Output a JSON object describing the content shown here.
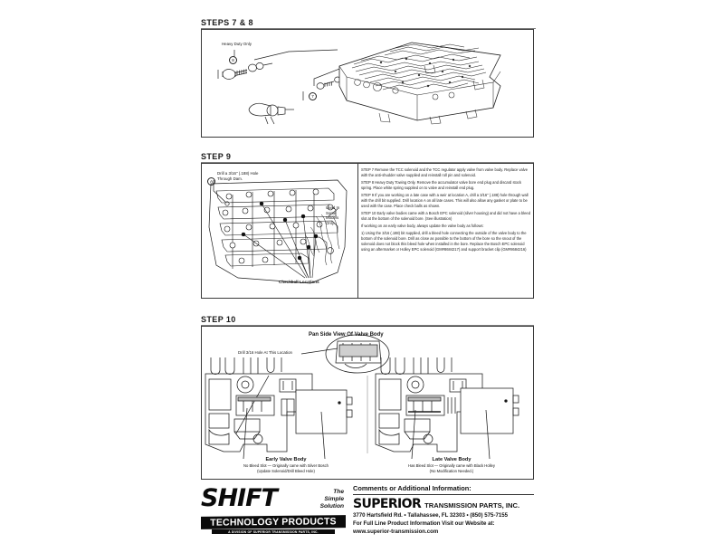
{
  "document": {
    "type": "transmission-service-instruction-sheet"
  },
  "sections": {
    "steps78": {
      "title": "STEPS 7 & 8",
      "labels": {
        "heavy_duty": "Heavy Duty Only",
        "callout_8": "8",
        "callout_7": "7"
      }
    },
    "step9": {
      "title": "STEP 9",
      "labels": {
        "callout_a": "A",
        "drill_note": "Drill a 3/16\" (.188) Hole\nThrough Dam.",
        "used_in_some": "Used In\nSome\nModels\nOnly.",
        "checkball": "Checkball Locations"
      },
      "body": [
        "STEP 7 Remove the TCC solenoid and the TCC regulator apply valve from valve body.  Replace valve with the anti-shudder valve supplied and reinstall roll pin and solenoid.",
        "STEP 8 Heavy Duty Towing Only.  Remove the accumulator valve bore end plug and discard stock spring.  Place white spring supplied on to valve and reinstall end plug.",
        "STEP 9 If you are working on a late case with a weir at location A, drill a 3/16\" (.188) hole through wall with the drill bit supplied.  Drill location A on all late cases.  This will also allow any gasket or plate to be used with the case.  Place check balls as shown.",
        "STEP 10 Early valve bodies came with a Bosch EPC solenoid (silver housing) and did not have a bleed slot at the bottom of the solenoid bore.  (See illustration)",
        "If working on an early valve body, always update the valve body as follows:",
        "1) Using the 3/16 (.188) bit supplied, drill a bleed hole connecting the outside of the valve body to the bottom of the solenoid bore.  Drill as close as possible to the bottom of the bore so the snout of the solenoid does not block this bleed hole when installed in the bore.  Replace the Bosch EPC solenoid using an aftermarket or Holley EPC solenoid (GM#8684217) and support bracket clip (GM#8684216)"
      ]
    },
    "step10": {
      "title": "STEP 10",
      "heading": "Pan Side View Of Valve Body",
      "drill_note": "Drill 3/16 Hole At This Location",
      "early": {
        "title": "Early Valve Body",
        "sub1": "No Bleed Slot  —  Originally came with Silver Bosch",
        "sub2": "(Update Solenoid/Drill Bleed Hole)"
      },
      "late": {
        "title": "Late Valve Body",
        "sub1": "Has Bleed Slot  —  Originally came with Black Holley",
        "sub2": "(No Modification Needed.)"
      }
    }
  },
  "footer": {
    "brand": {
      "name": "SHIFT",
      "tagline_line1": "The",
      "tagline_line2": "Simple",
      "tagline_line3": "Solution",
      "products": "TECHNOLOGY PRODUCTS",
      "division": "A DIVISION OF SUPERIOR TRANSMISSION PARTS, INC."
    },
    "company": {
      "comments_label": "Comments or Additional Information:",
      "name": "SUPERIOR",
      "name_rest": "TRANSMISSION PARTS, INC.",
      "address": "3770 Hartsfield Rd.  •  Tallahassee, FL 32303  •  (850) 575-7155",
      "website_line": "For Full Line Product Information Visit our Website at:",
      "website": "www.superior-transmission.com"
    }
  }
}
